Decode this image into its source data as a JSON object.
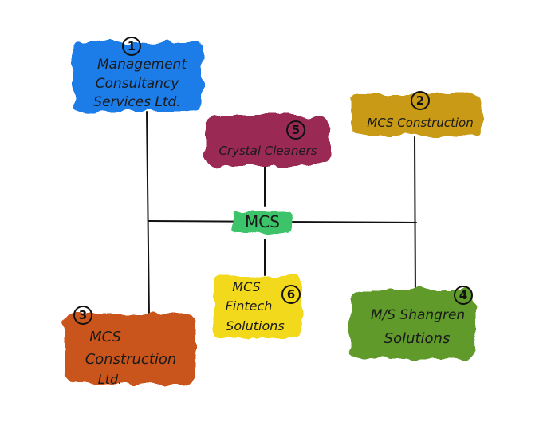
{
  "center": {
    "label": "MCS",
    "color": "#3cc36a"
  },
  "nodes": [
    {
      "id": "node-1",
      "number": "1",
      "lines": [
        "Management",
        "Consultancy",
        "Services Ltd."
      ],
      "color": "#1e7de8"
    },
    {
      "id": "node-2",
      "number": "2",
      "lines": [
        "MCS Construction"
      ],
      "color": "#c89a14"
    },
    {
      "id": "node-3",
      "number": "3",
      "lines": [
        "MCS",
        "Construction",
        "Ltd."
      ],
      "color": "#c9541c"
    },
    {
      "id": "node-4",
      "number": "4",
      "lines": [
        "M/S Shangren",
        "Solutions"
      ],
      "color": "#5e9a2c"
    },
    {
      "id": "node-5",
      "number": "5",
      "lines": [
        "Crystal Cleaners"
      ],
      "color": "#9a2c52"
    },
    {
      "id": "node-6",
      "number": "6",
      "lines": [
        "MCS",
        "Fintech",
        "Solutions"
      ],
      "color": "#f3d91c"
    }
  ]
}
